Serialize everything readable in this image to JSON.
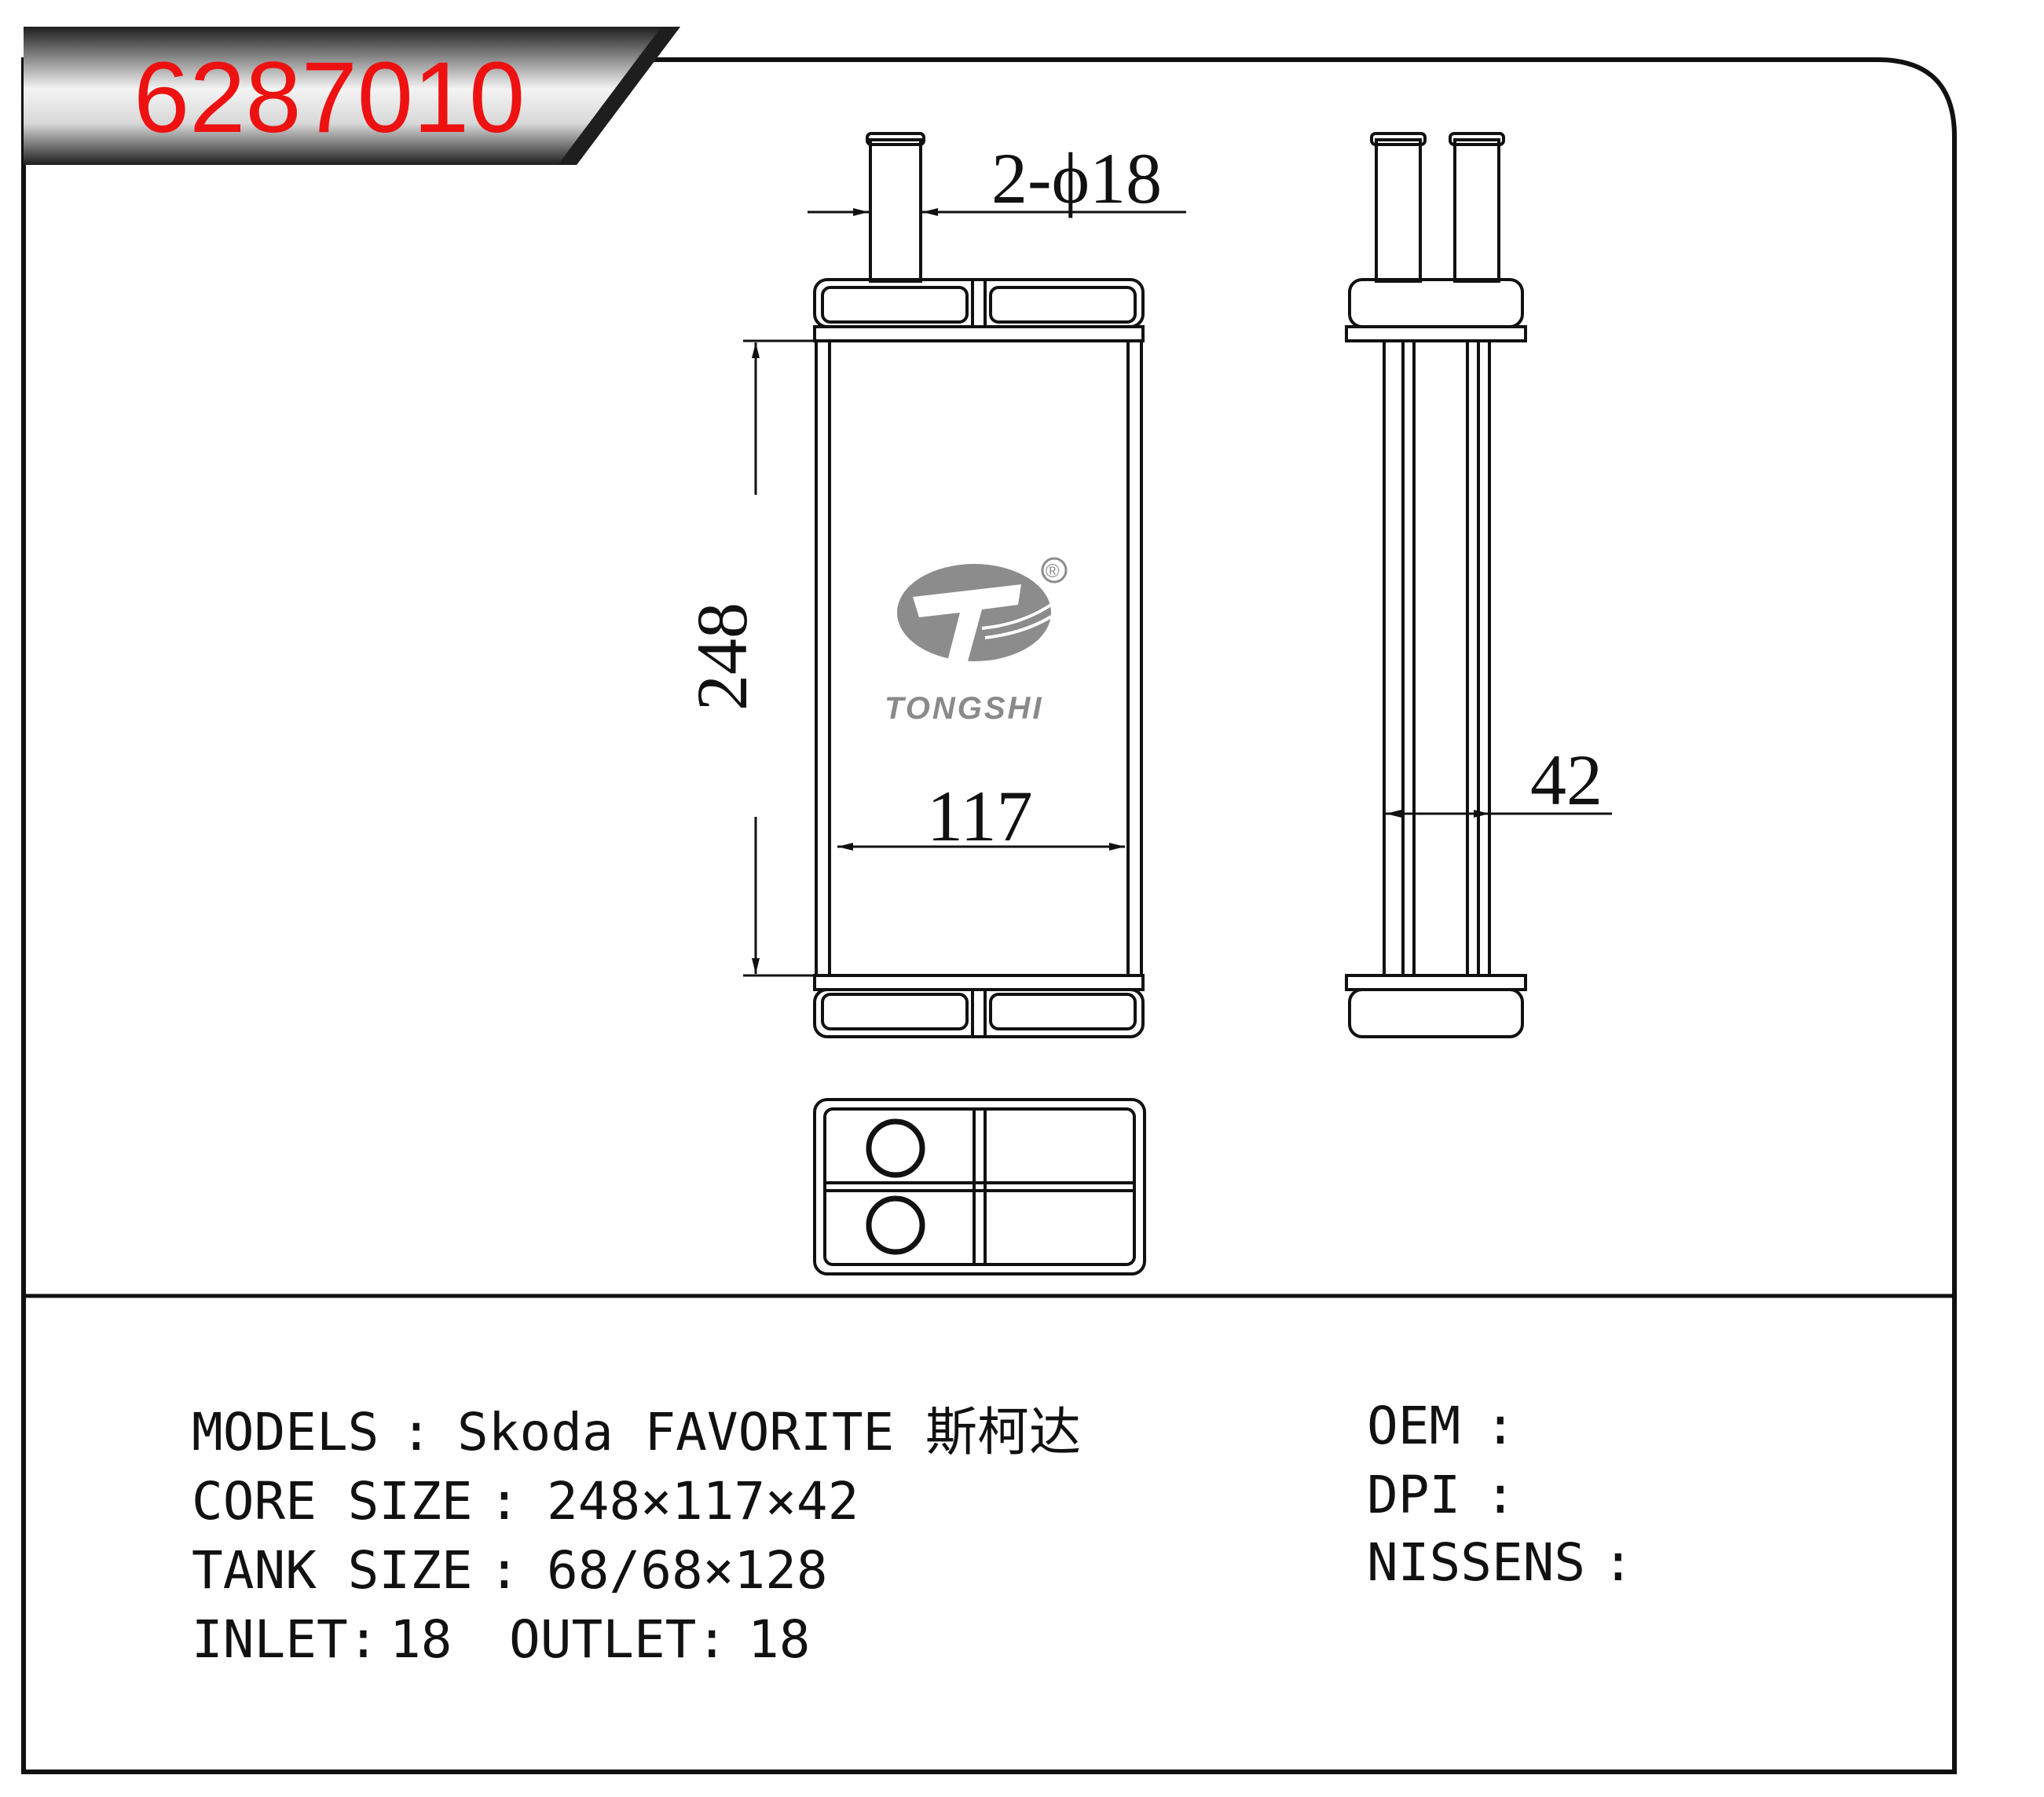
{
  "part_number": "6287010",
  "brand": {
    "name": "TONGSHI",
    "registered_mark": "®",
    "logo_color": "#8c8c8c"
  },
  "dimensions": {
    "pipe_spec": "2-ϕ18",
    "height": "248",
    "width": "117",
    "depth": "42"
  },
  "specs": {
    "models": {
      "label": "MODELS",
      "sep": ":",
      "value": "Skoda FAVORITE 斯柯达"
    },
    "core_size": {
      "label": "CORE SIZE",
      "sep": ":",
      "value": "248×117×42"
    },
    "tank_size": {
      "label": "TANK SIZE",
      "sep": ":",
      "value": "68/68×128"
    },
    "inlet": {
      "label": "INLET:",
      "value": "18"
    },
    "outlet": {
      "label": "OUTLET:",
      "value": "18"
    },
    "oem": {
      "label": "OEM",
      "sep": ":",
      "value": ""
    },
    "dpi": {
      "label": "DPI",
      "sep": ":",
      "value": ""
    },
    "nissens": {
      "label": "NISSENS",
      "sep": ":",
      "value": ""
    }
  },
  "colors": {
    "title_red": "#ee1111",
    "line": "#111111",
    "banner_dark": "#2a2a2a",
    "banner_light": "#f2f2f2"
  }
}
